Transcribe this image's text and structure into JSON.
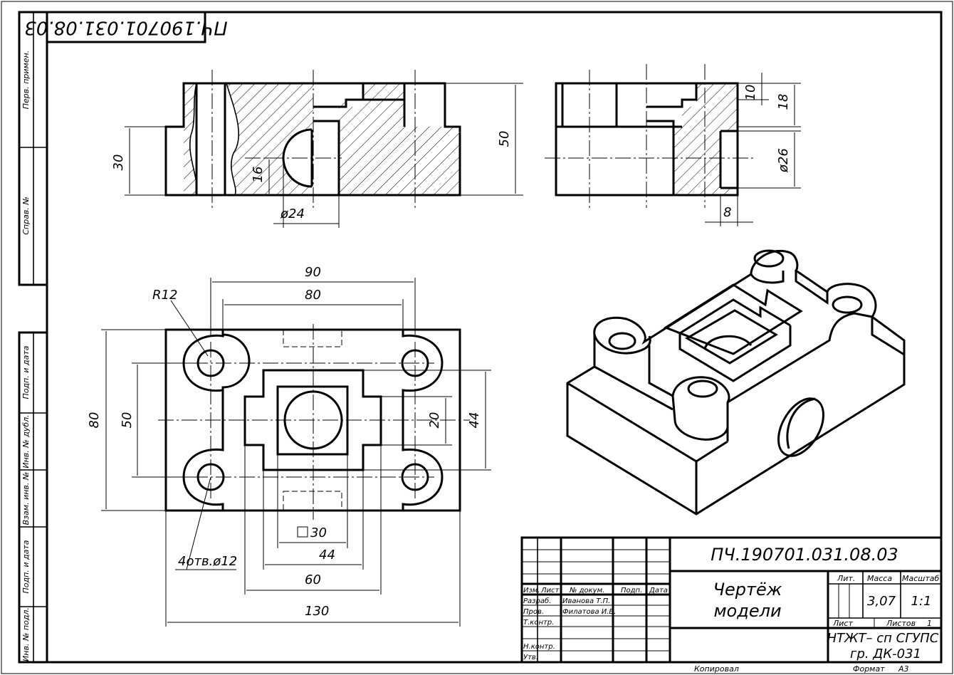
{
  "drawing": {
    "stamp_code_rotated": "ПЧ.190701.031.08.03",
    "side_strip": {
      "top": [
        "Перв. примен.",
        "Справ. №"
      ],
      "bottom": [
        "Подп. и дата",
        "Инв. № дубл.",
        "Взам. инв. №",
        "Подп. и дата",
        "Инв. № подл."
      ]
    },
    "dimensions": {
      "front_view": [
        "30",
        "16",
        "50",
        "ø24"
      ],
      "side_view": [
        "10",
        "18",
        "ø26",
        "8"
      ],
      "top_view": [
        "R12",
        "90",
        "80",
        "80",
        "50",
        "20",
        "44",
        "30",
        "44",
        "60",
        "130",
        "4отв.ø12"
      ]
    }
  },
  "title_block": {
    "designation": "ПЧ.190701.031.08.03",
    "title": [
      "Чертёж",
      "модели"
    ],
    "headers": {
      "izm": "Изм.",
      "list": "Лист",
      "doc": "№ докум.",
      "sign": "Подп.",
      "date": "Дата"
    },
    "rows": {
      "razrab": "Разраб.",
      "prov": "Пров.",
      "tkontr": "Т.контр.",
      "nkontr": "Н.контр.",
      "utv": "Утв."
    },
    "names": {
      "razrab": "Иванова Т.П.",
      "prov": "Филатова И.В."
    },
    "lit_label": "Лит.",
    "mass_label": "Масса",
    "scale_label": "Масштаб",
    "mass": "3,07",
    "scale": "1:1",
    "sheet_label": "Лист",
    "sheets_label": "Листов",
    "sheets_value": "1",
    "org": [
      "НТЖТ– сп СГУПС",
      "гр. ДК-031"
    ],
    "copied": "Копировал",
    "format_label": "Формат",
    "format": "А3"
  }
}
